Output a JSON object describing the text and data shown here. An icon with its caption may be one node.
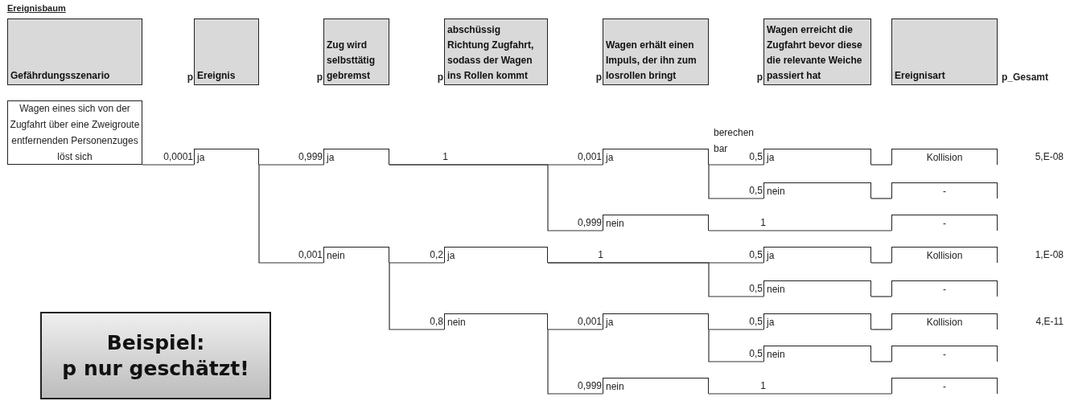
{
  "diagram": {
    "title": "Ereignisbaum",
    "nodes": [
      {
        "text": [
          "Gefährdungsszenario"
        ]
      },
      {
        "text": [
          "Ereignis"
        ],
        "beside": [
          "p"
        ]
      },
      {
        "text": [
          "Zug wird selbsttätig gebremst"
        ],
        "beside": [
          "p"
        ]
      },
      {
        "text": [
          "abschüssig Richtung Zugfahrt, sodass der Wagen ins Rollen kommt"
        ],
        "beside": [
          "p"
        ]
      },
      {
        "text": [
          "Wagen erhält einen Impuls, der ihn zum losrollen bringt"
        ],
        "beside": [
          "p"
        ]
      },
      {
        "text": [
          "Wagen erreicht die Zugfahrt bevor diese die relevante Weiche passiert hat"
        ],
        "beside": [
          "p"
        ]
      },
      {
        "text": [
          "Ereignisart"
        ]
      },
      {
        "text": [
          "Wagen eines sich von der Zugfahrt über eine Zweigroute entfernenden Personenzuges löst sich"
        ]
      },
      {
        "text": [
          "ja"
        ],
        "beside": [
          "0,0001"
        ]
      },
      {
        "text": [
          "ja"
        ],
        "beside": [
          "0,999"
        ]
      },
      {
        "text": [
          "ja"
        ],
        "beside": [
          "0,001"
        ]
      },
      {
        "text": [
          "ja"
        ],
        "beside": [
          "0,5"
        ]
      },
      {
        "text": [
          "Kollision"
        ]
      },
      {
        "text": [
          "nein"
        ],
        "beside": [
          "0,5"
        ]
      },
      {
        "text": [
          "-"
        ]
      },
      {
        "text": [
          "nein"
        ],
        "beside": [
          "0,999"
        ]
      },
      {
        "text": [
          "-"
        ]
      },
      {
        "text": [
          "nein"
        ],
        "beside": [
          "0,001"
        ]
      },
      {
        "text": [
          "ja"
        ],
        "beside": [
          "0,2"
        ]
      },
      {
        "text": [
          "ja"
        ],
        "beside": [
          "0,5"
        ]
      },
      {
        "text": [
          "Kollision"
        ]
      },
      {
        "text": [
          "nein"
        ],
        "beside": [
          "0,5"
        ]
      },
      {
        "text": [
          "-"
        ]
      },
      {
        "text": [
          "nein"
        ],
        "beside": [
          "0,8"
        ]
      },
      {
        "text": [
          "ja"
        ],
        "beside": [
          "0,001"
        ]
      },
      {
        "text": [
          "ja"
        ],
        "beside": [
          "0,5"
        ]
      },
      {
        "text": [
          "Kollision"
        ]
      },
      {
        "text": [
          "nein"
        ],
        "beside": [
          "0,5"
        ]
      },
      {
        "text": [
          "-"
        ]
      },
      {
        "text": [
          "nein"
        ],
        "beside": [
          "0,999"
        ]
      },
      {
        "text": [
          "-"
        ]
      },
      {
        "text": [
          "Beispiel:",
          "p nur geschätzt!"
        ]
      }
    ],
    "edges": [
      {
        "from": 7,
        "to": 8,
        "arrow": "none"
      },
      {
        "from": 8,
        "to": 9,
        "arrow": "none"
      },
      {
        "from": 8,
        "to": 17,
        "arrow": "none"
      },
      {
        "from": 9,
        "to": 10,
        "arrow": "none",
        "label": "1"
      },
      {
        "from": 9,
        "to": 15,
        "arrow": "none"
      },
      {
        "from": 10,
        "to": 11,
        "arrow": "none"
      },
      {
        "from": 10,
        "to": 13,
        "arrow": "none"
      },
      {
        "from": 11,
        "to": 12,
        "arrow": "none"
      },
      {
        "from": 13,
        "to": 14,
        "arrow": "none"
      },
      {
        "from": 15,
        "to": 16,
        "arrow": "none",
        "label": "1"
      },
      {
        "from": 17,
        "to": 18,
        "arrow": "none"
      },
      {
        "from": 17,
        "to": 23,
        "arrow": "none"
      },
      {
        "from": 18,
        "to": 19,
        "arrow": "none",
        "label": "1"
      },
      {
        "from": 18,
        "to": 21,
        "arrow": "none"
      },
      {
        "from": 19,
        "to": 20,
        "arrow": "none"
      },
      {
        "from": 21,
        "to": 22,
        "arrow": "none"
      },
      {
        "from": 23,
        "to": 24,
        "arrow": "none"
      },
      {
        "from": 23,
        "to": 29,
        "arrow": "none"
      },
      {
        "from": 24,
        "to": 25,
        "arrow": "none"
      },
      {
        "from": 24,
        "to": 27,
        "arrow": "none"
      },
      {
        "from": 25,
        "to": 26,
        "arrow": "none"
      },
      {
        "from": 27,
        "to": 28,
        "arrow": "none"
      },
      {
        "from": 29,
        "to": 30,
        "arrow": "none",
        "label": "1"
      }
    ],
    "labels": [
      "p_Gesamt",
      "berechen bar",
      "5,E-08",
      "1,E-08",
      "4,E-11"
    ]
  }
}
